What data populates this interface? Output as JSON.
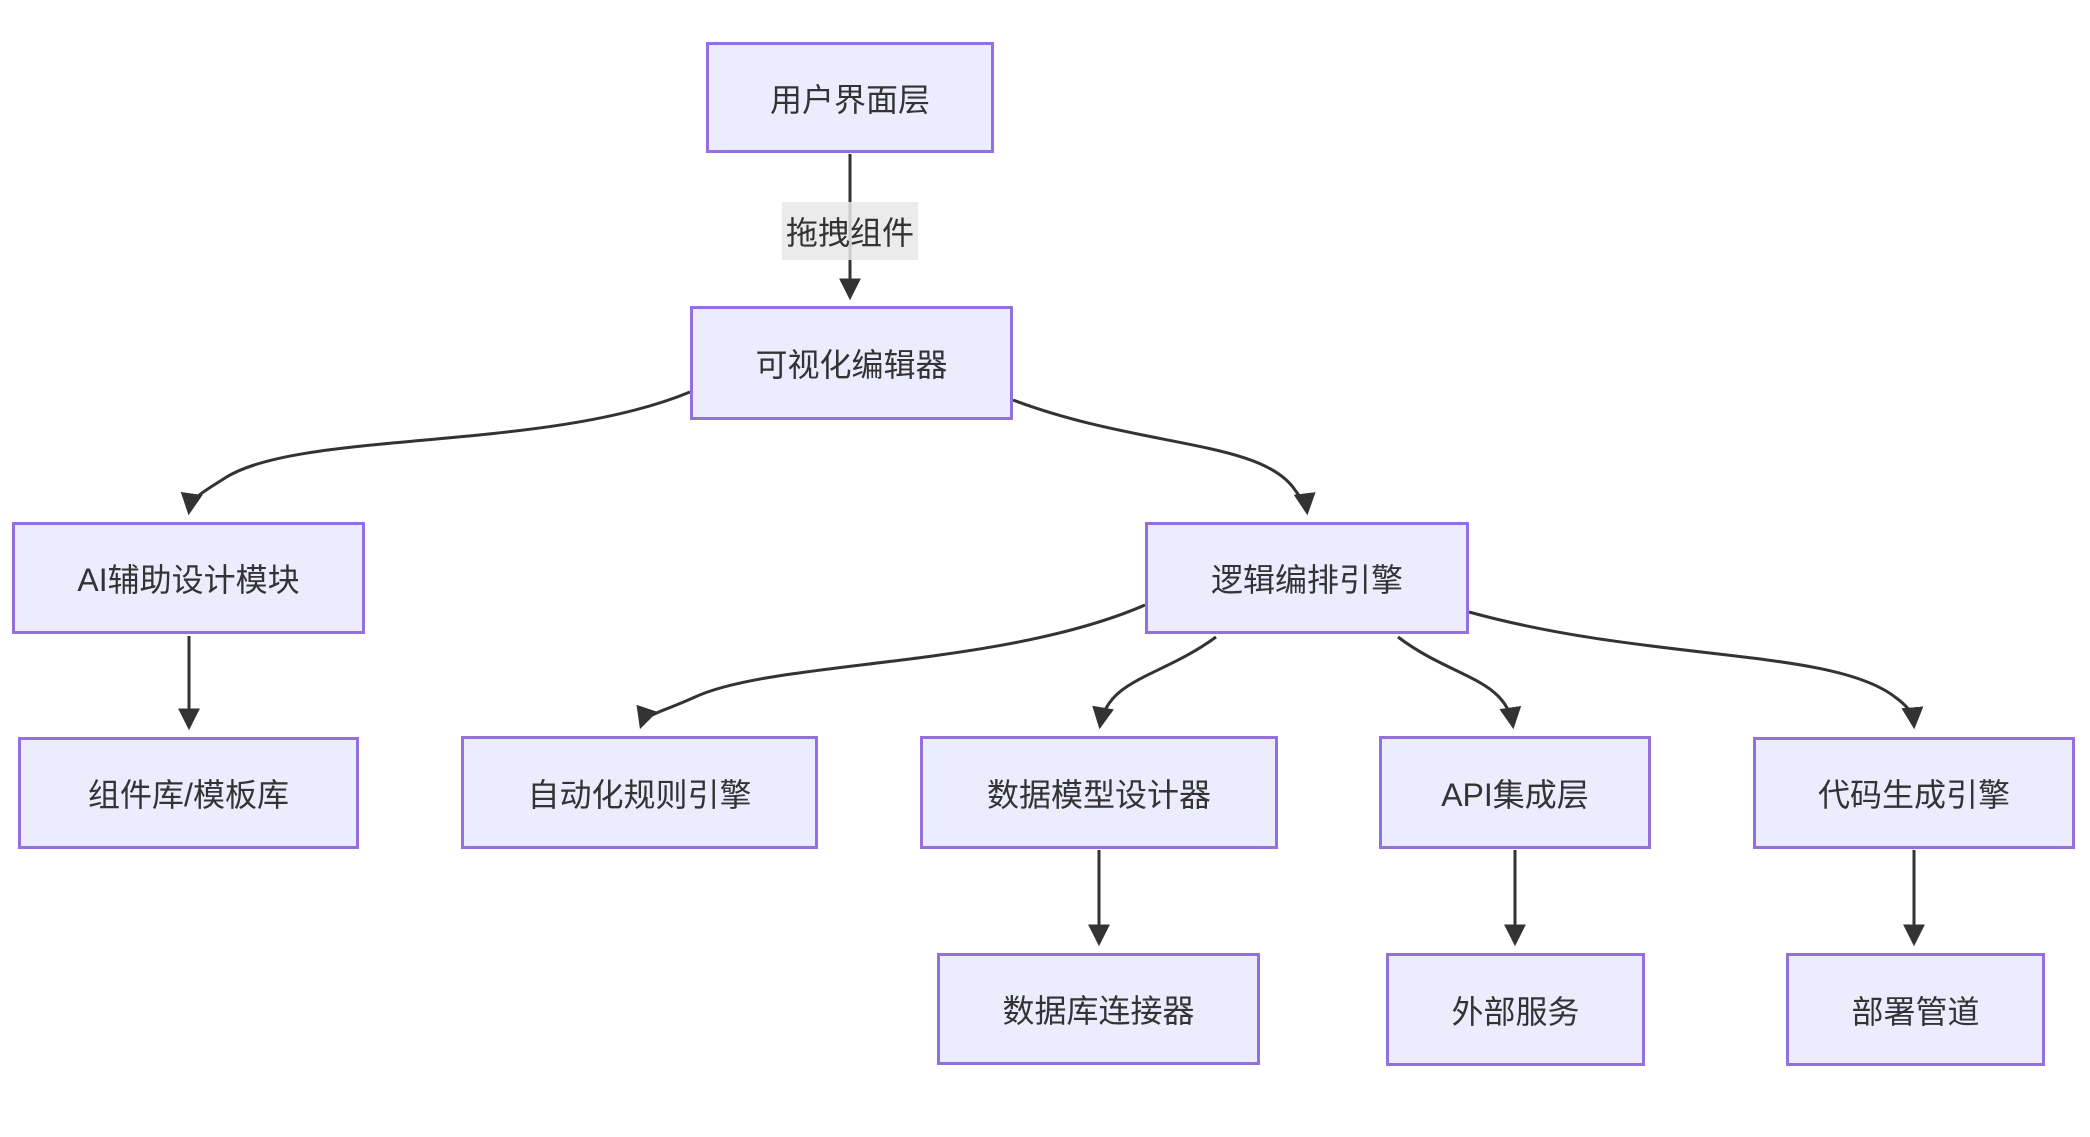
{
  "diagram": {
    "type": "flowchart",
    "direction": "top-down",
    "nodes": [
      {
        "id": "ui-layer",
        "label": "用户界面层"
      },
      {
        "id": "visual-editor",
        "label": "可视化编辑器"
      },
      {
        "id": "ai-design-module",
        "label": "AI辅助设计模块"
      },
      {
        "id": "logic-engine",
        "label": "逻辑编排引擎"
      },
      {
        "id": "component-library",
        "label": "组件库/模板库"
      },
      {
        "id": "rules-engine",
        "label": "自动化规则引擎"
      },
      {
        "id": "data-model-designer",
        "label": "数据模型设计器"
      },
      {
        "id": "api-integration",
        "label": "API集成层"
      },
      {
        "id": "code-generation",
        "label": "代码生成引擎"
      },
      {
        "id": "db-connector",
        "label": "数据库连接器"
      },
      {
        "id": "external-services",
        "label": "外部服务"
      },
      {
        "id": "deployment-pipeline",
        "label": "部署管道"
      }
    ],
    "edges": [
      {
        "from": "ui-layer",
        "to": "visual-editor",
        "label": "拖拽组件"
      },
      {
        "from": "visual-editor",
        "to": "ai-design-module"
      },
      {
        "from": "visual-editor",
        "to": "logic-engine"
      },
      {
        "from": "ai-design-module",
        "to": "component-library"
      },
      {
        "from": "logic-engine",
        "to": "rules-engine"
      },
      {
        "from": "logic-engine",
        "to": "data-model-designer"
      },
      {
        "from": "logic-engine",
        "to": "api-integration"
      },
      {
        "from": "logic-engine",
        "to": "code-generation"
      },
      {
        "from": "data-model-designer",
        "to": "db-connector"
      },
      {
        "from": "api-integration",
        "to": "external-services"
      },
      {
        "from": "code-generation",
        "to": "deployment-pipeline"
      }
    ],
    "colors": {
      "node_fill": "#ECECFF",
      "node_border": "#9370DB",
      "edge": "#333333",
      "text": "#333333",
      "edge_label_bg": "#E8E8E8",
      "background": "#FFFFFF"
    }
  }
}
